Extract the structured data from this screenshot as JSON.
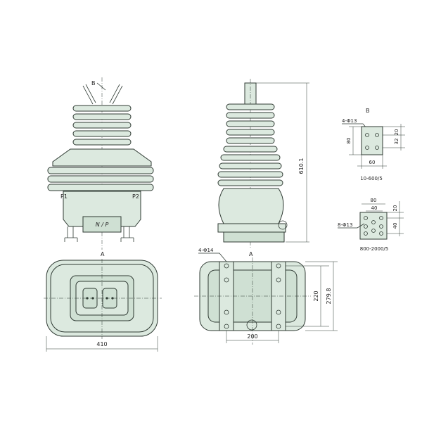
{
  "front_view": {
    "label_B": "B",
    "label_A": "A",
    "terminal_p1": "P1",
    "terminal_p2": "P2",
    "nameplate": "N / P"
  },
  "side_view": {
    "height_dim": "610.1"
  },
  "top_view": {
    "width_dim": "410"
  },
  "base_view": {
    "label_A": "A",
    "hole_note": "4-Φ14",
    "dim_200": "200",
    "dim_220": "220",
    "dim_279": "279.8"
  },
  "detail_b": {
    "label_B": "B",
    "hole_note": "4-Φ13",
    "dim_20": "20",
    "dim_32": "32",
    "dim_80": "80",
    "dim_60": "60",
    "caption": "10-600/5"
  },
  "detail_2000": {
    "dim_80": "80",
    "dim_40_top": "40",
    "dim_20": "20",
    "dim_40_side": "40",
    "hole_note": "8-Φ13",
    "caption": "800-2000/5"
  },
  "colors": {
    "body_fill": "#dce9df",
    "outline": "#2f3a33"
  }
}
